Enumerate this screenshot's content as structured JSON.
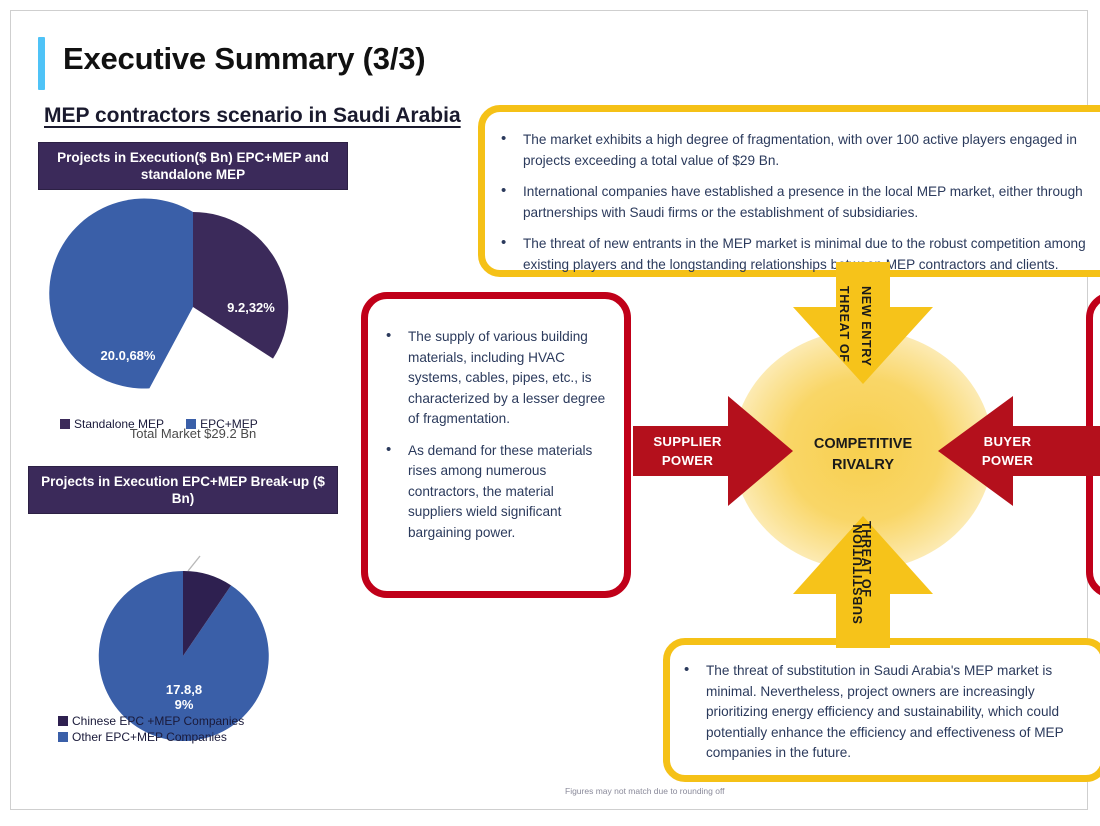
{
  "slide": {
    "title": "Executive Summary (3/3)",
    "section_title": "MEP contractors scenario in Saudi Arabia",
    "footnote": "Figures may not match due to rounding off",
    "accent_color": "#4fc3f7",
    "header_band_color": "#3b2a5a",
    "yellow": "#f5c117",
    "red": "#c00019",
    "pie_purple": "#3b2a5a",
    "pie_blue": "#3a5fa8"
  },
  "charts": [
    {
      "id": "projects-in-execution-split",
      "header": "Projects in Execution($ Bn) EPC+MEP and standalone MEP",
      "total_label": "Total Market $29.2 Bn",
      "labels": [
        "9.2,32%",
        "20.0,68%"
      ],
      "legend": [
        "Standalone MEP",
        "EPC+MEP"
      ]
    },
    {
      "id": "epc-mep-breakup",
      "header": "Projects in Execution EPC+MEP Break-up ($ Bn)",
      "labels": [
        "",
        "17.8,8\n9%"
      ],
      "legend": [
        "Chinese EPC +MEP Companies",
        "Other EPC+MEP Companies"
      ]
    }
  ],
  "chart_data": [
    {
      "type": "pie",
      "title": "Projects in Execution($ Bn) EPC+MEP and standalone MEP",
      "categories": [
        "Standalone MEP",
        "EPC+MEP"
      ],
      "values": [
        9.2,
        20.0
      ],
      "percentages": [
        32,
        68
      ],
      "data_labels": [
        "9.2,32%",
        "20.0,68%"
      ],
      "colors": [
        "#3b2a5a",
        "#3a5fa8"
      ],
      "annotation": "Total Market $29.2 Bn",
      "units": "$ Bn",
      "legend_position": "bottom"
    },
    {
      "type": "pie",
      "title": "Projects in Execution EPC+MEP Break-up ($ Bn)",
      "categories": [
        "Chinese EPC +MEP Companies",
        "Other EPC+MEP Companies"
      ],
      "values": [
        2.2,
        17.8
      ],
      "percentages": [
        11,
        89
      ],
      "data_labels": [
        "",
        "17.8,8\n9%"
      ],
      "colors": [
        "#3b2a5a",
        "#3a5fa8"
      ],
      "units": "$ Bn",
      "legend_position": "bottom"
    }
  ],
  "porter": {
    "center_label": "COMPETITIVE\nRIVALRY",
    "top_arrow": {
      "line1": "THREAT OF",
      "line2": "NEW ENTRY"
    },
    "bottom_arrow": {
      "line1": "THREAT OF",
      "line2": "SUBSTITUTION"
    },
    "left_arrow": "SUPPLIER\nPOWER",
    "right_arrow": "BUYER\nPOWER"
  },
  "callouts": {
    "new_entry": {
      "bullets": [
        "The market exhibits a high degree of fragmentation, with over 100 active players engaged in projects exceeding a total value of $29 Bn.",
        "International companies have established a presence in the local MEP market, either through partnerships with Saudi firms or the establishment of subsidiaries.",
        "The threat of new entrants in the MEP market is minimal due to the robust competition among existing players and the longstanding relationships between MEP contractors and clients."
      ]
    },
    "supplier_power": {
      "bullets": [
        "The supply of various building materials, including HVAC systems, cables, pipes, etc., is characterized by a lesser degree of fragmentation.",
        "As demand for these materials rises among numerous contractors, the material suppliers wield significant bargaining power."
      ]
    },
    "substitution": {
      "bullets": [
        "The threat of substitution in Saudi Arabia's MEP market is minimal. Nevertheless, project owners are increasingly prioritizing energy efficiency and sustainability, which could potentially enhance the efficiency and effectiveness of MEP companies in the future."
      ]
    }
  }
}
